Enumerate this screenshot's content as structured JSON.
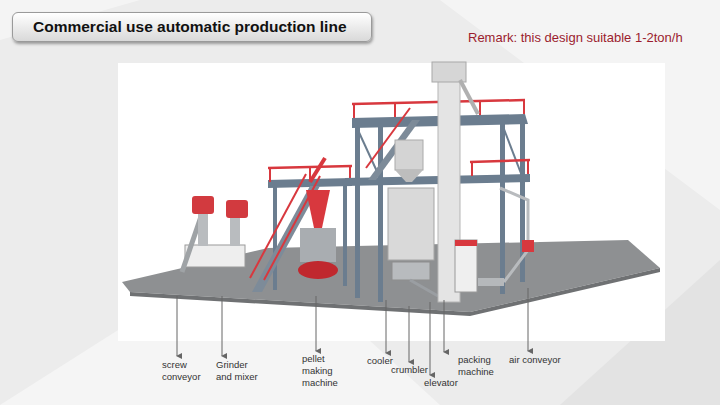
{
  "diagram": {
    "title": "Commercial use automatic production line",
    "labels": [
      "Remark: this design suitable 1-2ton/h",
      "screw conveyor",
      "Grinder and mixer",
      "pellet making machine",
      "cooler",
      "crumbler",
      "elevator",
      "packing machine",
      "air conveyor"
    ]
  }
}
